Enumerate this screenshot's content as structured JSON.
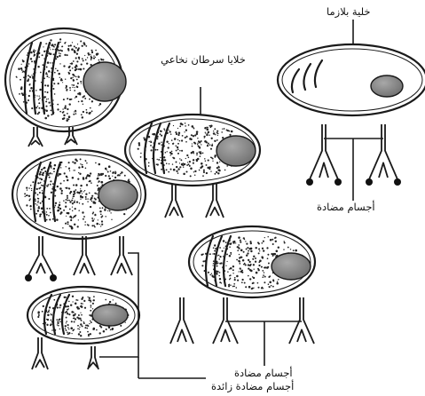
{
  "labels": {
    "plasma_cell": "خلية بلازما",
    "cancer_cells": "خلايا سرطان نخاعي",
    "antibodies": "أجسام مضادة",
    "excess_antibodies": "أجسام مضادة زائدة"
  },
  "colors": {
    "stroke": "#1a1a1a",
    "nucleus": "#8e8e8e",
    "background": "#ffffff"
  },
  "components": {
    "plasma_cell_count": 1,
    "cancer_cell_count": 5
  }
}
